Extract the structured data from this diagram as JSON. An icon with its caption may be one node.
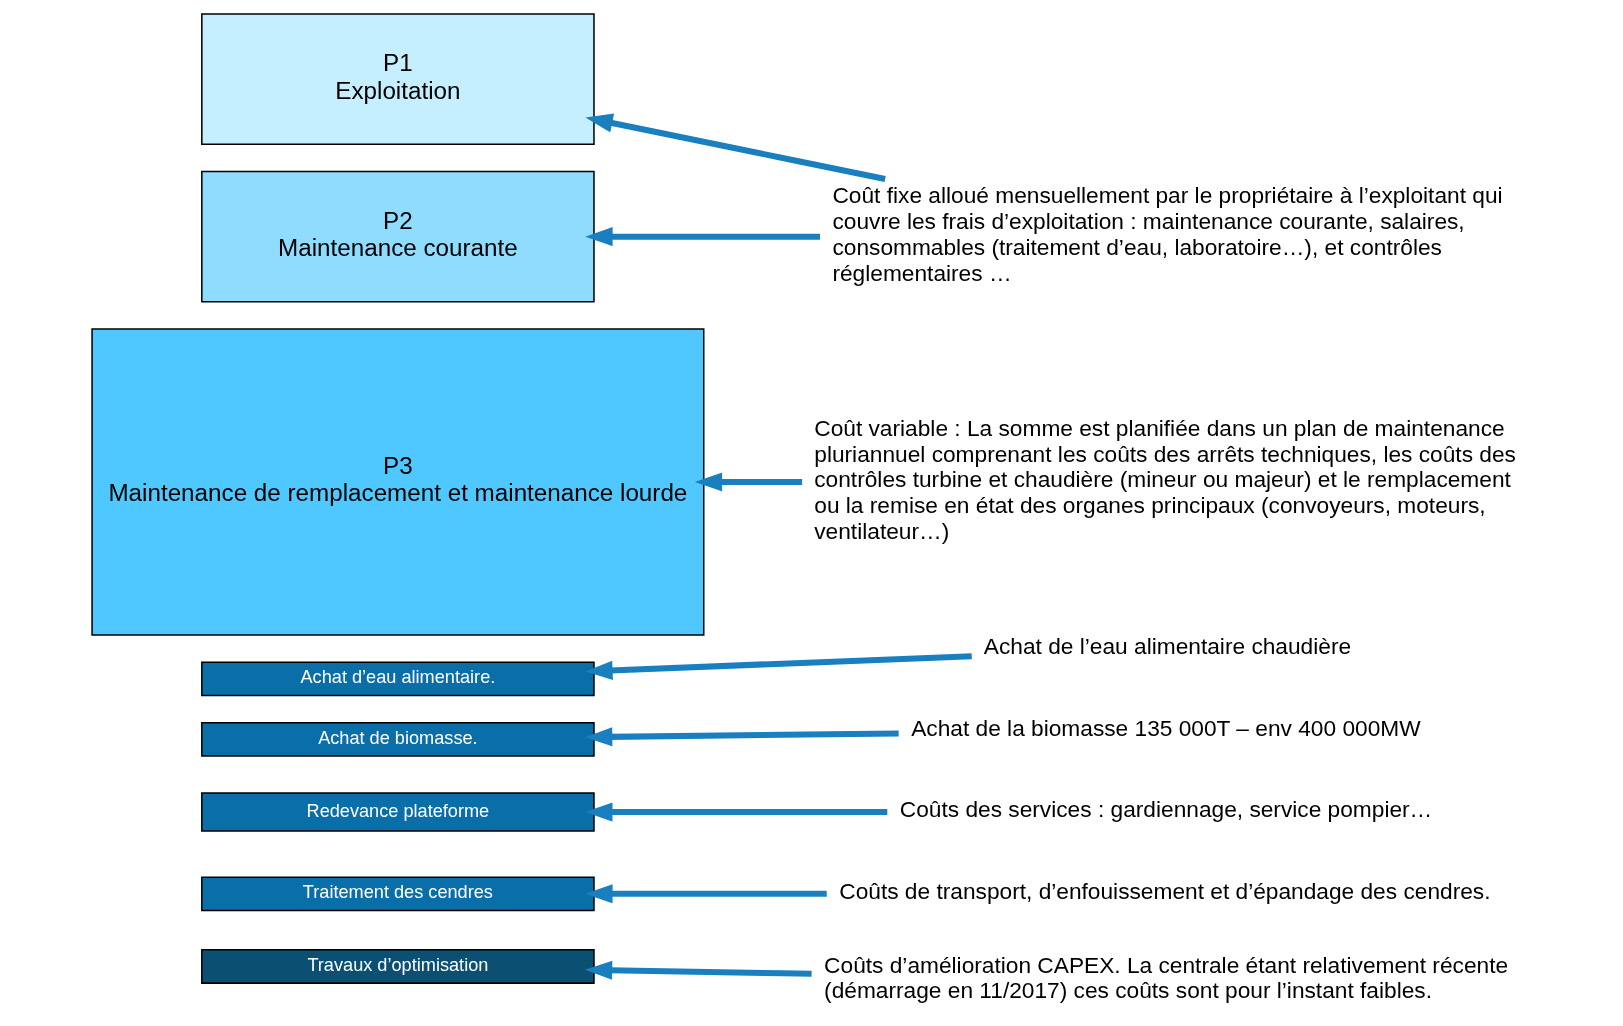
{
  "diagram": {
    "nodes": [
      {
        "text": [
          "P1",
          "Exploitation"
        ]
      },
      {
        "text": [
          "P2",
          "Maintenance courante"
        ]
      },
      {
        "text": [
          "P3",
          "Maintenance de remplacement et maintenance lourde"
        ]
      },
      {
        "text": [
          "Achat d’eau alimentaire."
        ]
      },
      {
        "text": [
          "Achat de biomasse."
        ]
      },
      {
        "text": [
          "Redevance plateforme"
        ]
      },
      {
        "text": [
          "Traitement des cendres"
        ]
      },
      {
        "text": [
          "Travaux d’optimisation"
        ]
      },
      {
        "text": [
          "Coût fixe alloué mensuellement par le propriétaire à l’exploitant qui couvre les frais d’exploitation : maintenance courante, salaires, consommables (traitement d’eau, laboratoire…), et contrôles réglementaires …"
        ]
      },
      {
        "text": [
          "Coût variable : La somme est planifiée dans un plan de maintenance pluriannuel comprenant les coûts des arrêts techniques, les coûts des contrôles turbine et chaudière (mineur ou majeur) et le remplacement ou la remise en état des organes principaux (convoyeurs, moteurs, ventilateur…)"
        ]
      },
      {
        "text": [
          "Achat de l’eau alimentaire chaudière"
        ]
      },
      {
        "text": [
          "Achat de la biomasse 135 000T – env 400 000MW"
        ]
      },
      {
        "text": [
          "Coûts des services : gardiennage, service pompier…"
        ]
      },
      {
        "text": [
          "Coûts de transport, d’enfouissement et d’épandage des cendres."
        ]
      },
      {
        "text": [
          "Coûts d’amélioration CAPEX. La centrale étant relativement récente (démarrage en 11/2017) ces coûts sont pour l’instant faibles."
        ]
      }
    ],
    "edges": [
      {
        "from": 8,
        "to": 0,
        "arrow": "to"
      },
      {
        "from": 8,
        "to": 1,
        "arrow": "to"
      },
      {
        "from": 9,
        "to": 2,
        "arrow": "to"
      },
      {
        "from": 10,
        "to": 3,
        "arrow": "to"
      },
      {
        "from": 11,
        "to": 4,
        "arrow": "to"
      },
      {
        "from": 12,
        "to": 5,
        "arrow": "to"
      },
      {
        "from": 13,
        "to": 6,
        "arrow": "to"
      },
      {
        "from": 14,
        "to": 7,
        "arrow": "to"
      }
    ]
  }
}
